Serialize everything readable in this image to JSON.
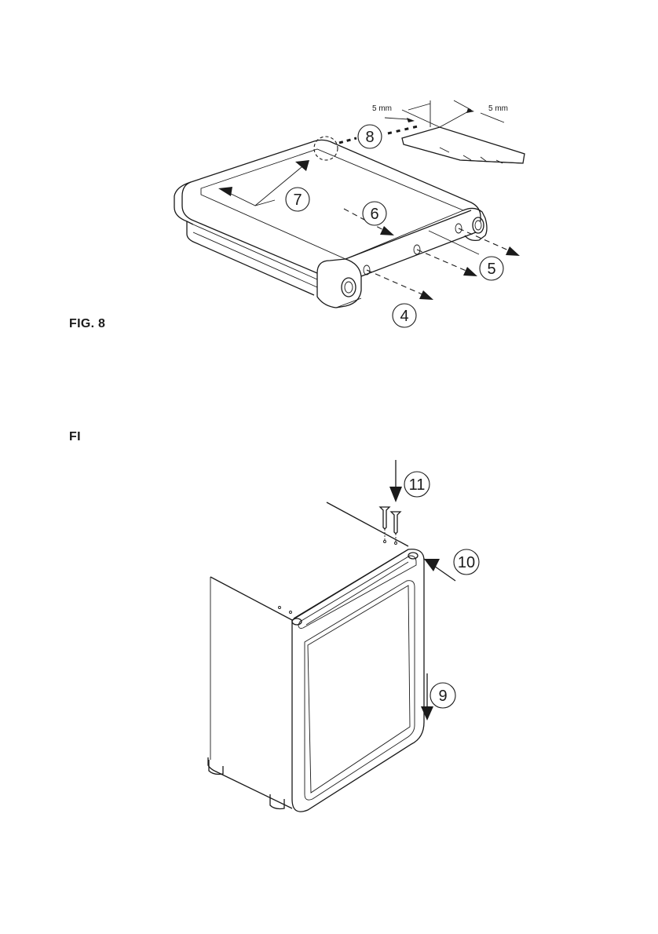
{
  "figures": [
    {
      "label": "FIG. 8"
    },
    {
      "label": "FI"
    }
  ],
  "fig8": {
    "callouts": [
      "4",
      "5",
      "6",
      "7",
      "8"
    ],
    "dimensions": [
      "5 mm",
      "5 mm"
    ]
  },
  "fig9": {
    "callouts": [
      "9",
      "10",
      "11"
    ]
  }
}
